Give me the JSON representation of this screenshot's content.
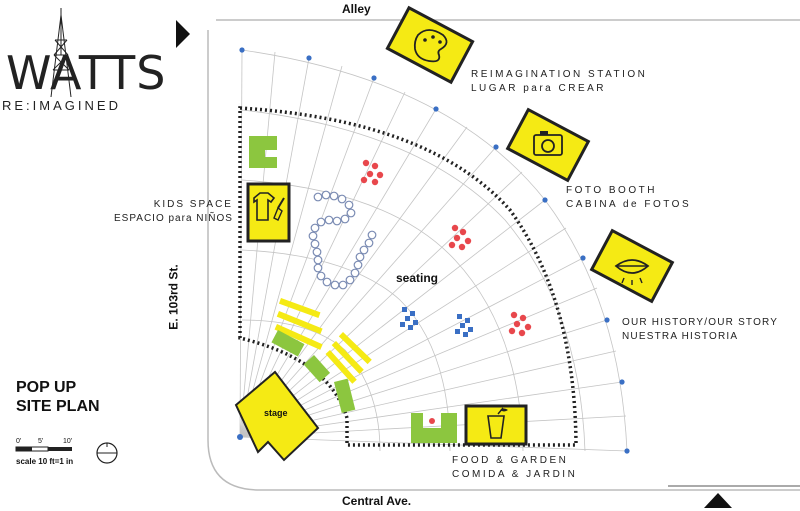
{
  "streets": {
    "top": "Alley",
    "bottom": "Central Ave.",
    "left": "E. 103rd St."
  },
  "logo": {
    "main": "WATTS",
    "sub": "RE:IMAGINED"
  },
  "zones": {
    "reimagination": {
      "line1": "REIMAGINATION STATION",
      "line2": "LUGAR para CREAR"
    },
    "photo": {
      "line1": "FOTO BOOTH",
      "line2": "CABINA de FOTOS"
    },
    "history": {
      "line1": "OUR HISTORY/OUR STORY",
      "line2": "NUESTRA HISTORIA"
    },
    "kids": {
      "line1": "KIDS SPACE",
      "line2": "ESPACIO para NIÑOS"
    },
    "food": {
      "line1": "FOOD & GARDEN",
      "line2": "COMIDA & JARDIN"
    }
  },
  "labels": {
    "seating": "seating",
    "stage": "stage"
  },
  "plan_title": {
    "line1": "POP UP",
    "line2": "SITE PLAN"
  },
  "scale": {
    "ticks": [
      "0'",
      "5'",
      "10'"
    ],
    "note": "scale 10 ft=1 in"
  },
  "icons": [
    "palette-icon",
    "camera-icon",
    "lips-icon",
    "shirt-brush-icon",
    "drink-icon",
    "north-arrow-icon"
  ],
  "colors": {
    "yellow": "#f5ea14",
    "green": "#8cc63f",
    "red": "#e8474c",
    "blue": "#3a6fc4",
    "grid": "#b8b8b8"
  }
}
